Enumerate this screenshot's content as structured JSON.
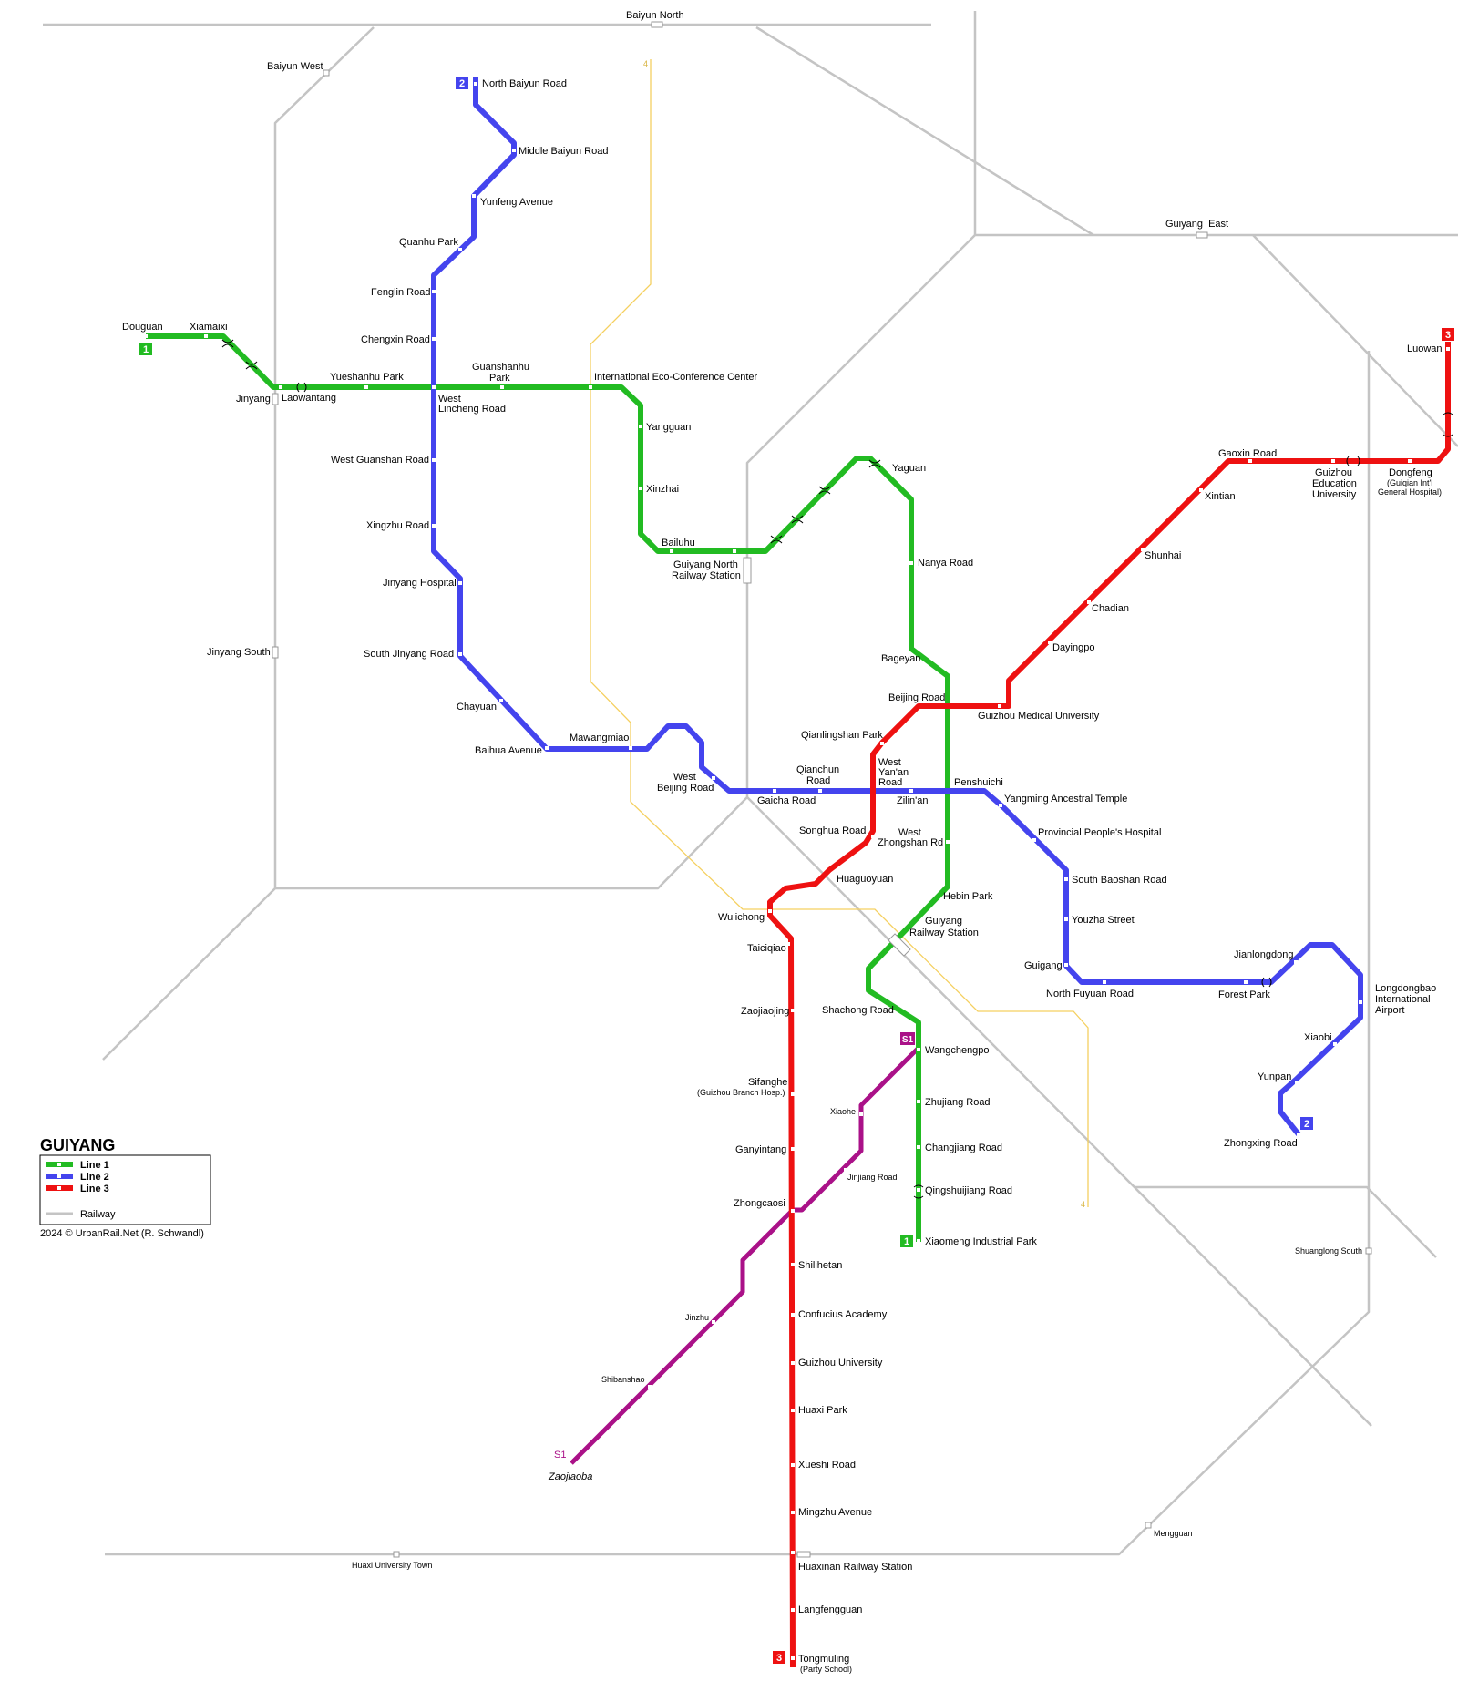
{
  "title": "GUIYANG",
  "credit": "2024 © UrbanRail.Net (R. Schwandl)",
  "legend": {
    "line1": "Line 1",
    "line2": "Line 2",
    "line3": "Line 3",
    "railway": "Railway"
  },
  "colors": {
    "line1": "#22bb22",
    "line2": "#4444ee",
    "line3": "#ee1111",
    "s1": "#aa1188",
    "line4": "#f5d060",
    "railway": "#c4c4c4"
  },
  "badges": {
    "l1_west": "1",
    "l1_south": "1",
    "l2_north": "2",
    "l2_south": "2",
    "l3_east": "3",
    "l3_south": "3",
    "s1_north": "S1",
    "s1_south": "S1",
    "l4_north": "4",
    "l4_south": "4"
  },
  "rail_stations": {
    "baiyun_north": "Baiyun North",
    "baiyun_west": "Baiyun West",
    "guiyang_east": "Guiyang  East",
    "jinyang_south": "Jinyang South",
    "shuanglong_south": "Shuanglong South",
    "mengguan": "Mengguan",
    "huaxi_univ_town": "Huaxi University Town"
  },
  "line1": {
    "douguan": "Douguan",
    "xiamaixi": "Xiamaixi",
    "jinyang": "Jinyang",
    "laowantang": "Laowantang",
    "yueshanhu_park": "Yueshanhu Park",
    "guanshanhu_park_1": "Guanshanhu",
    "guanshanhu_park_2": "Park",
    "intl_eco": "International Eco-Conference Center",
    "yangguan": "Yangguan",
    "xinzhai": "Xinzhai",
    "bailuhu": "Bailuhu",
    "guiyang_north_1": "Guiyang North",
    "guiyang_north_2": "Railway Station",
    "yaguan": "Yaguan",
    "nanya_road": "Nanya Road",
    "bageyan": "Bageyan",
    "west_zhongshan_1": "West",
    "west_zhongshan_2": "Zhongshan Rd",
    "hebin_park": "Hebin Park",
    "guiyang_rs_1": "Guiyang",
    "guiyang_rs_2": "Railway Station",
    "shachong_road": "Shachong Road",
    "wangchengpo": "Wangchengpo",
    "zhujiang_road": "Zhujiang Road",
    "changjiang_road": "Changjiang Road",
    "qingshuijiang_road": "Qingshuijiang Road",
    "xiaomeng": "Xiaomeng Industrial Park"
  },
  "line2": {
    "north_baiyun": "North Baiyun Road",
    "middle_baiyun": "Middle Baiyun Road",
    "yunfeng": "Yunfeng Avenue",
    "quanhu_park": "Quanhu Park",
    "fenglin": "Fenglin Road",
    "chengxin": "Chengxin Road",
    "west_lincheng_1": "West",
    "west_lincheng_2": "Lincheng Road",
    "west_guanshan": "West Guanshan Road",
    "xingzhu": "Xingzhu Road",
    "jinyang_hospital": "Jinyang Hospital",
    "south_jinyang": "South Jinyang Road",
    "chayuan": "Chayuan",
    "baihua": "Baihua Avenue",
    "mawangmiao": "Mawangmiao",
    "west_beijing_1": "West",
    "west_beijing_2": "Beijing Road",
    "gaicha": "Gaicha Road",
    "qianchun_1": "Qianchun",
    "qianchun_2": "Road",
    "zilin": "Zilin'an",
    "penshuichi": "Penshuichi",
    "yangming": "Yangming Ancestral Temple",
    "provincial": "Provincial People's Hospital",
    "south_baoshan": "South Baoshan Road",
    "youzha": "Youzha Street",
    "guigang": "Guigang",
    "north_fuyuan": "North Fuyuan Road",
    "forest_park": "Forest Park",
    "jianlongdong": "Jianlongdong",
    "longdongbao_1": "Longdongbao",
    "longdongbao_2": "International",
    "longdongbao_3": "Airport",
    "xiaobi": "Xiaobi",
    "yunpan": "Yunpan",
    "zhongxing": "Zhongxing Road"
  },
  "line3": {
    "luowan": "Luowan",
    "dongfeng_1": "Dongfeng",
    "dongfeng_2": "(Guiqian Int'l",
    "dongfeng_3": "General Hospital)",
    "guizhou_edu_1": "Guizhou",
    "guizhou_edu_2": "Education",
    "guizhou_edu_3": "University",
    "gaoxin": "Gaoxin Road",
    "xintian": "Xintian",
    "shunhai": "Shunhai",
    "chadian": "Chadian",
    "dayingpo": "Dayingpo",
    "guizhou_medical": "Guizhou Medical University",
    "beijing_road": "Beijing Road",
    "qianlingshan": "Qianlingshan Park",
    "west_yanan_1": "West",
    "west_yanan_2": "Yan'an",
    "west_yanan_3": "Road",
    "songhua": "Songhua Road",
    "huaguoyuan": "Huaguoyuan",
    "wulichong": "Wulichong",
    "taiciqiao": "Taiciqiao",
    "zaojiaojing": "Zaojiaojing",
    "sifanghe_1": "Sifanghe",
    "sifanghe_2": "(Guizhou Branch Hosp.)",
    "ganyintang": "Ganyintang",
    "zhongcaosi": "Zhongcaosi",
    "shilihetan": "Shilihetan",
    "confucius": "Confucius Academy",
    "guizhou_univ": "Guizhou University",
    "huaxi_park": "Huaxi Park",
    "xueshi": "Xueshi Road",
    "mingzhu": "Mingzhu Avenue",
    "huaxinan": "Huaxinan Railway Station",
    "langfengguan": "Langfengguan",
    "tongmuling_1": "Tongmuling",
    "tongmuling_2": "(Party School)"
  },
  "s1": {
    "xiaohe": "Xiaohe",
    "jinjiang": "Jinjiang Road",
    "jinzhu": "Jinzhu",
    "shibanshao": "Shibanshao",
    "zaojiaoba": "Zaojiaoba"
  }
}
